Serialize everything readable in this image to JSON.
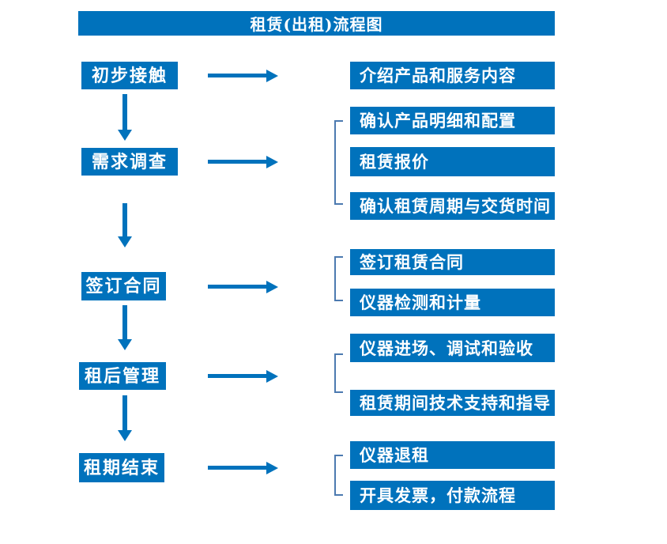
{
  "diagram": {
    "title": "租赁(出租)流程图",
    "colors": {
      "primary_blue": "#0072BC",
      "bracket_blue": "#4C7AB0",
      "text_white": "#FFFFFF"
    },
    "stages": [
      {
        "label": "初步接触",
        "details": [
          {
            "label": "介绍产品和服务内容"
          }
        ]
      },
      {
        "label": "需求调查",
        "details": [
          {
            "label": "确认产品明细和配置"
          },
          {
            "label": "租赁报价"
          },
          {
            "label": "确认租赁周期与交货时间"
          }
        ]
      },
      {
        "label": "签订合同",
        "details": [
          {
            "label": "签订租赁合同"
          },
          {
            "label": "仪器检测和计量"
          }
        ]
      },
      {
        "label": "租后管理",
        "details": [
          {
            "label": "仪器进场、调试和验收"
          },
          {
            "label": "租赁期间技术支持和指导"
          }
        ]
      },
      {
        "label": "租期结束",
        "details": [
          {
            "label": "仪器退租"
          },
          {
            "label": "开具发票，付款流程"
          }
        ]
      }
    ]
  }
}
